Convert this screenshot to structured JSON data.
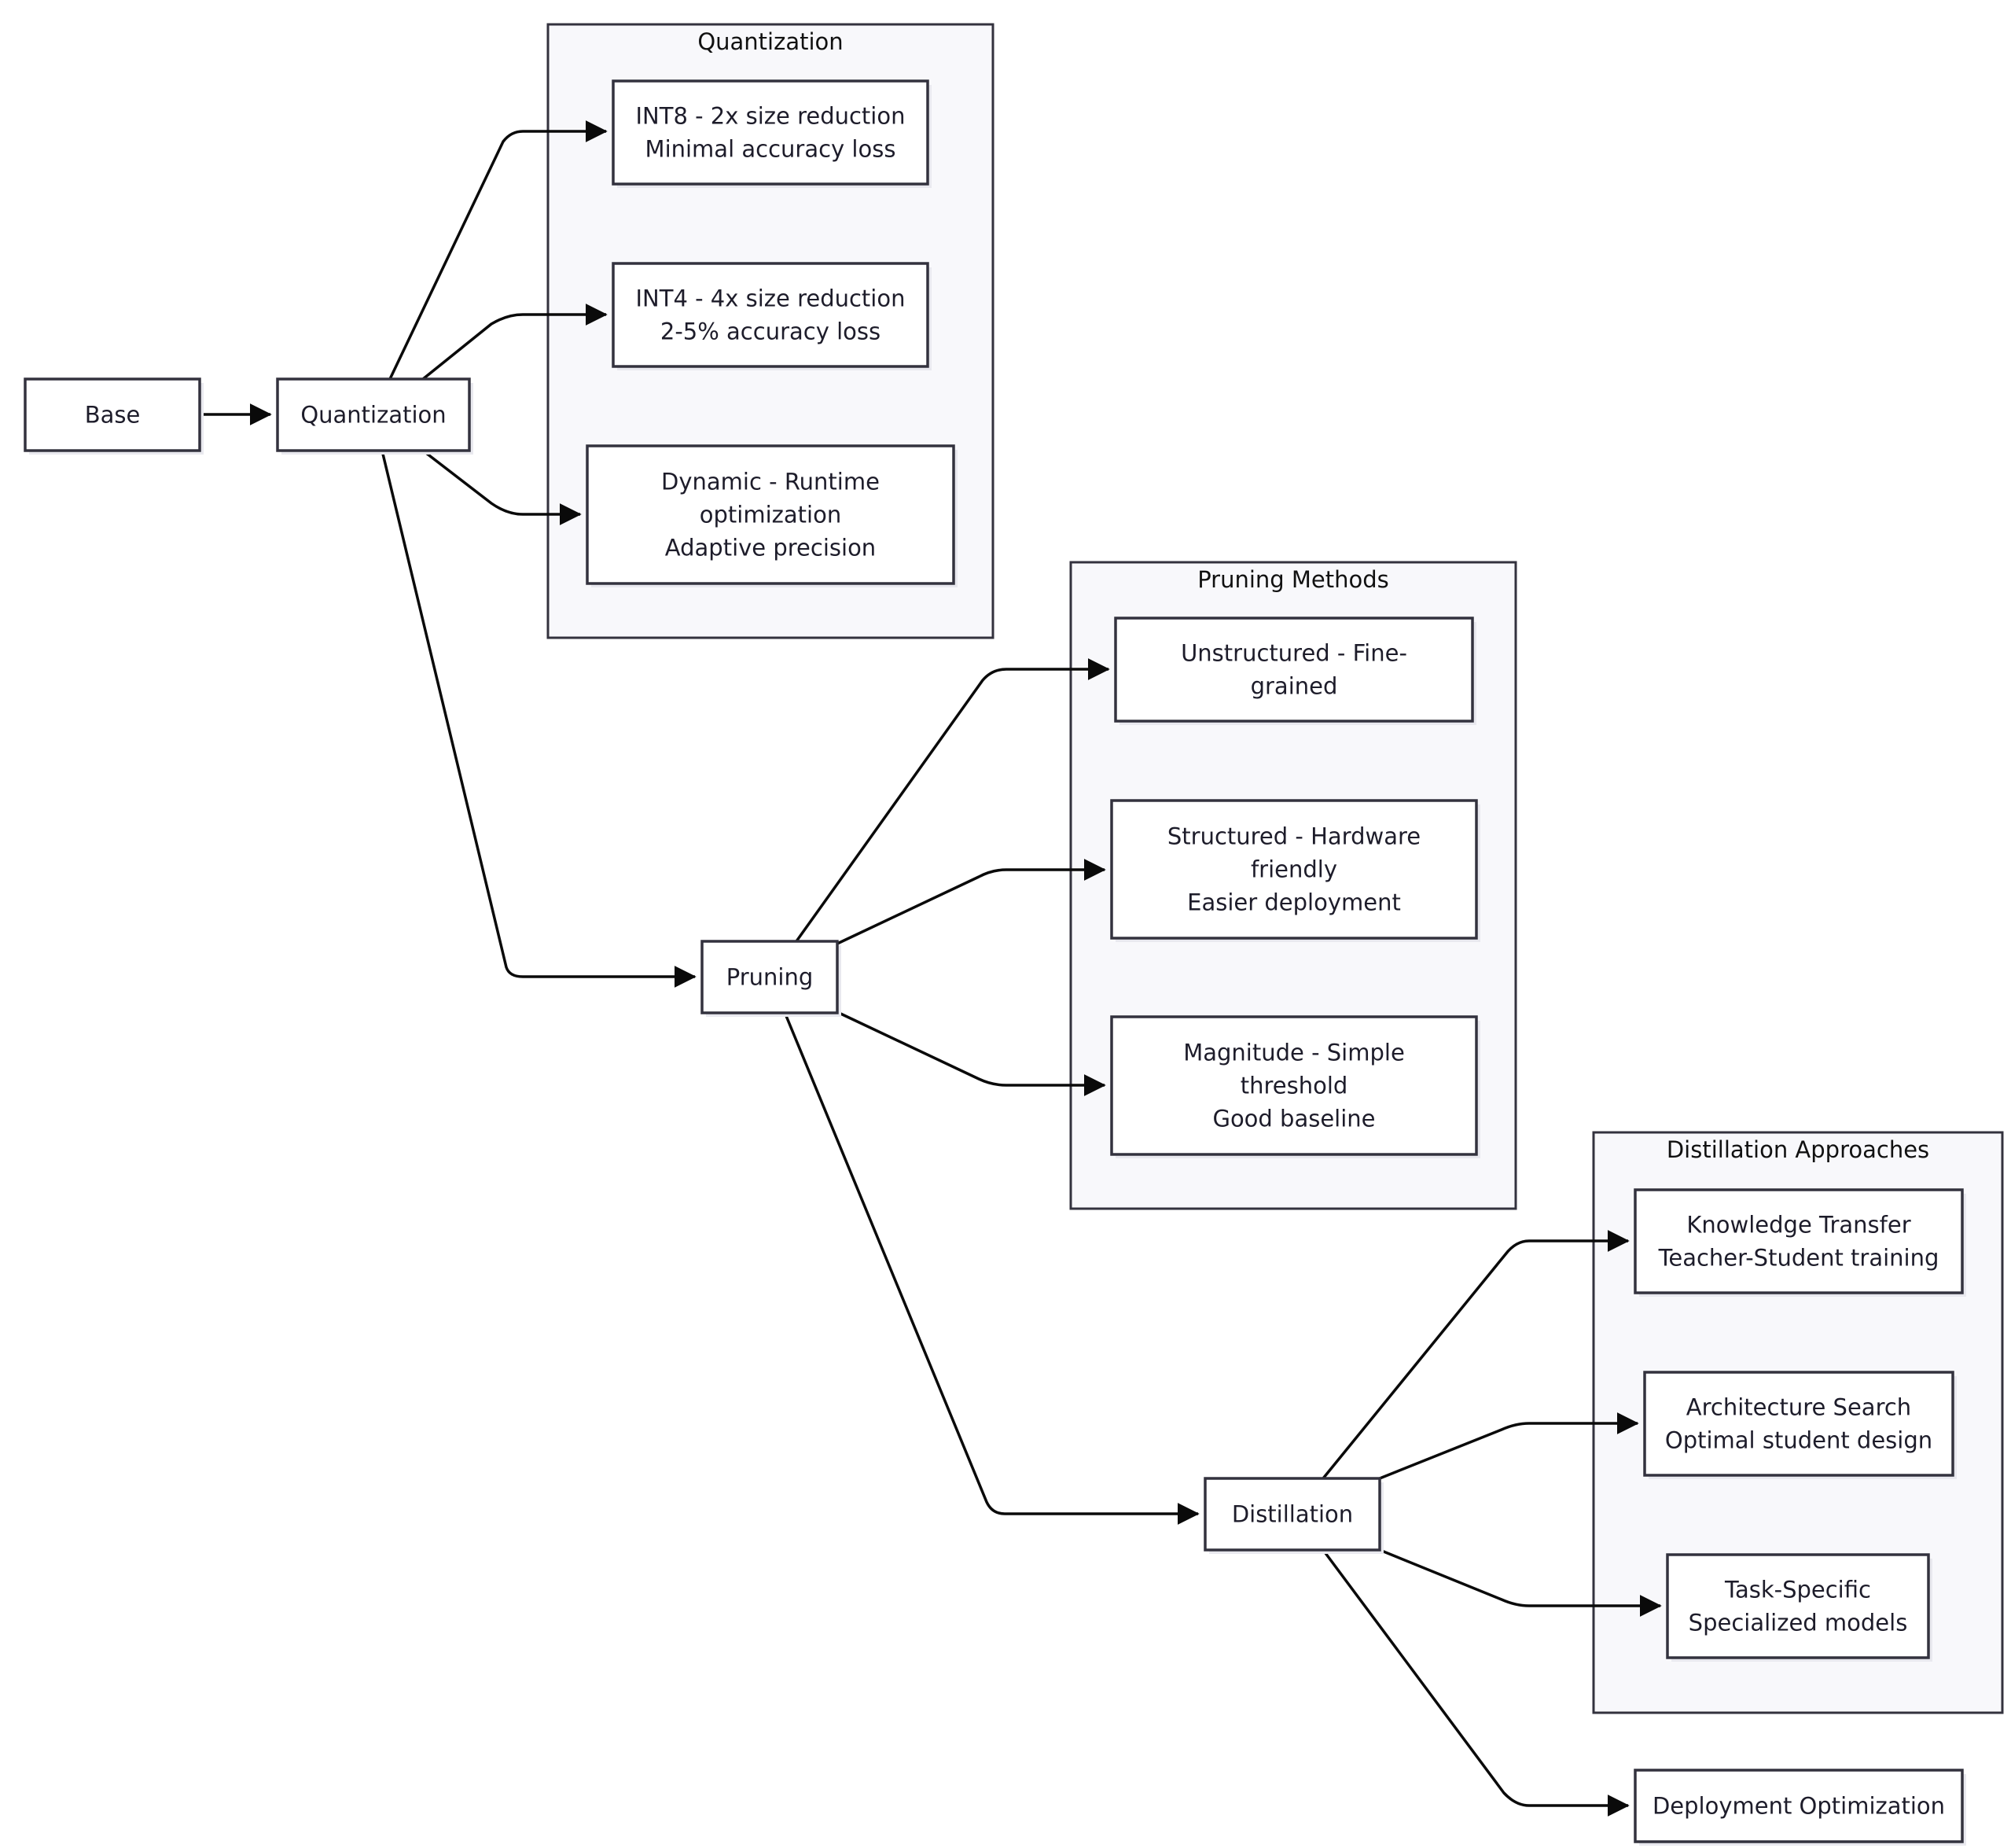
{
  "colors": {
    "cluster_fill": "#f8f8fb",
    "stroke": "#33323e",
    "node_fill": "#ffffff",
    "edge": "#0a0a0a",
    "text": "#1d1c2a"
  },
  "clusters": {
    "quantization": {
      "label": "Quantization"
    },
    "pruning": {
      "label": "Pruning Methods"
    },
    "distillation": {
      "label": "Distillation Approaches"
    }
  },
  "nodes": {
    "base": {
      "lines": [
        "Base"
      ]
    },
    "quantization": {
      "lines": [
        "Quantization"
      ]
    },
    "int8": {
      "lines": [
        "INT8 - 2x size reduction",
        "Minimal accuracy loss"
      ]
    },
    "int4": {
      "lines": [
        "INT4 - 4x size reduction",
        "2-5% accuracy loss"
      ]
    },
    "dynamic": {
      "lines": [
        "Dynamic - Runtime",
        "optimization",
        "Adaptive precision"
      ]
    },
    "pruning": {
      "lines": [
        "Pruning"
      ]
    },
    "unstructured": {
      "lines": [
        "Unstructured - Fine-",
        "grained"
      ]
    },
    "structured": {
      "lines": [
        "Structured - Hardware",
        "friendly",
        "Easier deployment"
      ]
    },
    "magnitude": {
      "lines": [
        "Magnitude - Simple",
        "threshold",
        "Good baseline"
      ]
    },
    "distillation": {
      "lines": [
        "Distillation"
      ]
    },
    "knowledge": {
      "lines": [
        "Knowledge Transfer",
        "Teacher-Student training"
      ]
    },
    "architecture": {
      "lines": [
        "Architecture Search",
        "Optimal student design"
      ]
    },
    "task": {
      "lines": [
        "Task-Specific",
        "Specialized models"
      ]
    },
    "deployment": {
      "lines": [
        "Deployment Optimization"
      ]
    }
  },
  "edges": [
    {
      "from": "base",
      "to": "quantization"
    },
    {
      "from": "quantization",
      "to": "int8"
    },
    {
      "from": "quantization",
      "to": "int4"
    },
    {
      "from": "quantization",
      "to": "dynamic"
    },
    {
      "from": "quantization",
      "to": "pruning"
    },
    {
      "from": "pruning",
      "to": "unstructured"
    },
    {
      "from": "pruning",
      "to": "structured"
    },
    {
      "from": "pruning",
      "to": "magnitude"
    },
    {
      "from": "pruning",
      "to": "distillation"
    },
    {
      "from": "distillation",
      "to": "knowledge"
    },
    {
      "from": "distillation",
      "to": "architecture"
    },
    {
      "from": "distillation",
      "to": "task"
    },
    {
      "from": "distillation",
      "to": "deployment"
    }
  ]
}
